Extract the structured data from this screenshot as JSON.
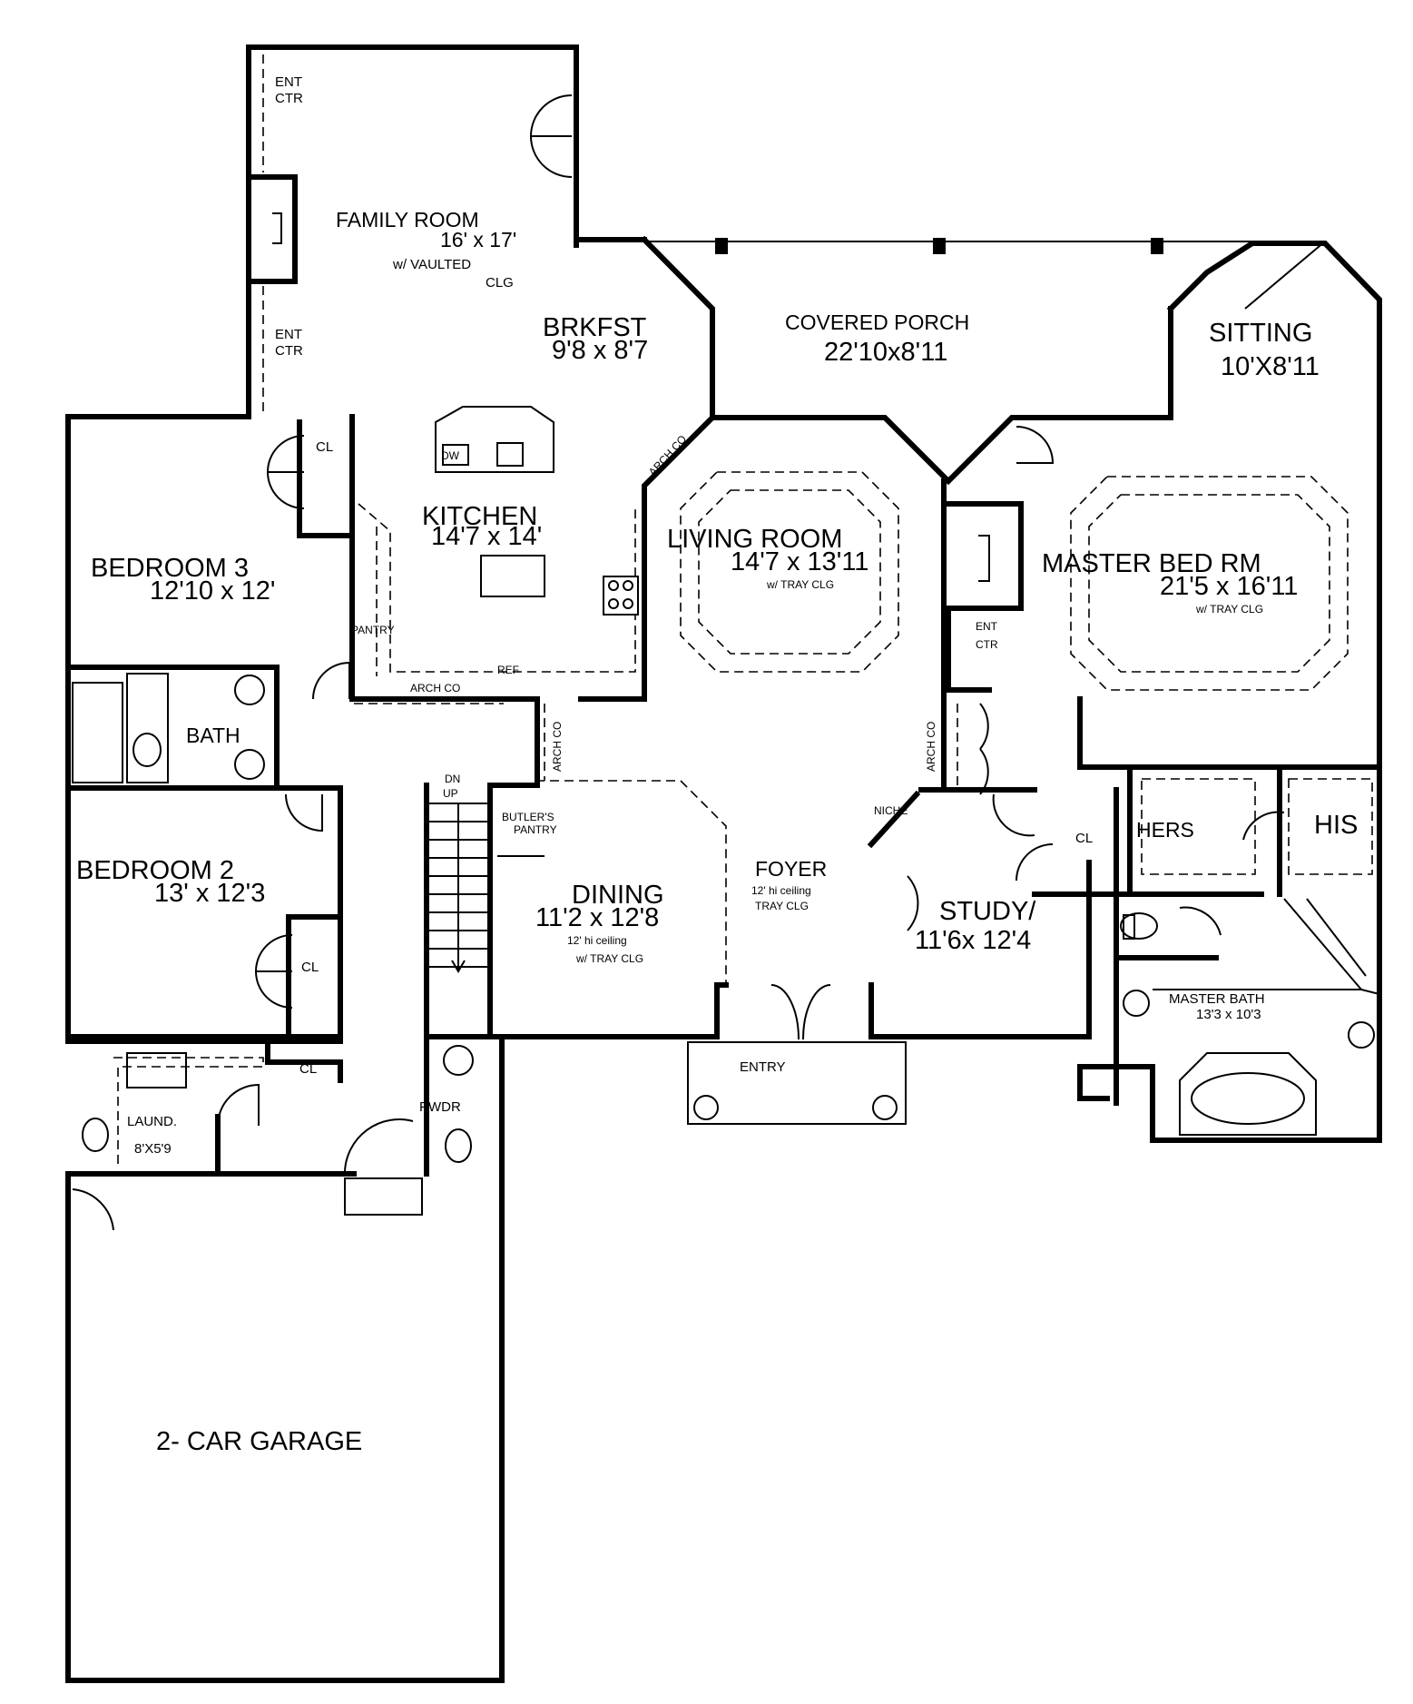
{
  "plan": {
    "rooms": {
      "family_room": {
        "name": "FAMILY ROOM",
        "size": "16' x 17'",
        "note1": "w/ VAULTED",
        "note2": "CLG"
      },
      "brkfst": {
        "name": "BRKFST",
        "size": "9'8 x 8'7"
      },
      "covered_porch": {
        "name": "COVERED PORCH",
        "size": "22'10x8'11"
      },
      "sitting": {
        "name": "SITTING",
        "size": "10'X8'11"
      },
      "kitchen": {
        "name": "KITCHEN",
        "size": "14'7 x 14'"
      },
      "living_room": {
        "name": "LIVING  ROOM",
        "size": "14'7 x 13'11",
        "note": "w/ TRAY CLG"
      },
      "master_bed": {
        "name": "MASTER  BED RM",
        "size": "21'5 x 16'11",
        "note": "w/ TRAY CLG"
      },
      "bedroom3": {
        "name": "BEDROOM  3",
        "size": "12'10 x 12'"
      },
      "bath": {
        "name": "BATH"
      },
      "bedroom2": {
        "name": "BEDROOM  2",
        "size": "13' x 12'3"
      },
      "dining": {
        "name": "DINING",
        "size": "11'2 x 12'8",
        "note1": "12' hi ceiling",
        "note2": "w/ TRAY CLG"
      },
      "foyer": {
        "name": "FOYER",
        "note1": "12' hi ceiling",
        "note2": "TRAY CLG"
      },
      "study": {
        "name": "STUDY/",
        "size": "11'6x 12'4"
      },
      "hers": {
        "name": "HERS"
      },
      "his": {
        "name": "HIS"
      },
      "master_bath": {
        "name": "MASTER BATH",
        "size": "13'3 x 10'3"
      },
      "entry": {
        "name": "ENTRY"
      },
      "laund": {
        "name": "LAUND.",
        "size": "8'X5'9"
      },
      "pwdr": {
        "name": "PWDR"
      },
      "garage": {
        "name": "2- CAR  GARAGE"
      }
    },
    "labels": {
      "ent": "ENT",
      "ctr": "CTR",
      "cl": "CL",
      "pantry": "PANTRY",
      "arch_co": "ARCH CO",
      "ref": "REF",
      "dw": "DW",
      "butlers": "BUTLER'S",
      "pantry_caps": "PANTRY",
      "niche": "NICHE",
      "dn": "DN",
      "up": "UP"
    }
  }
}
